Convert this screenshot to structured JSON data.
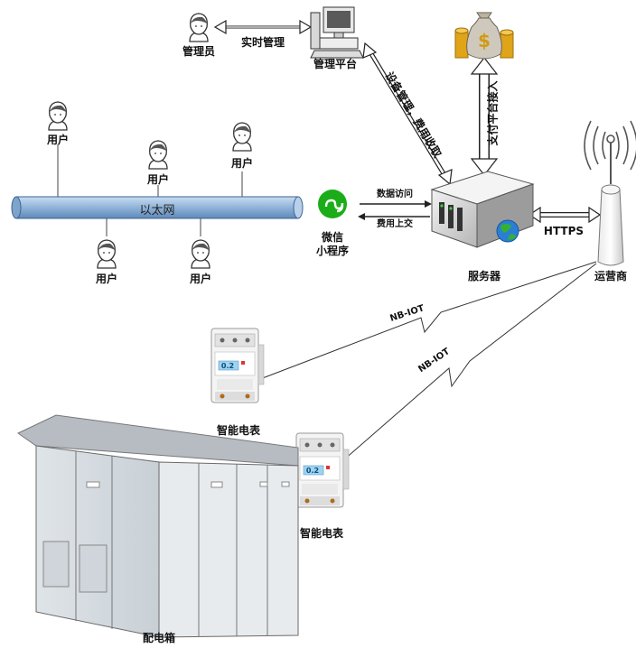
{
  "labels": {
    "admin": "管理员",
    "realtime_mgmt": "实时管理",
    "mgmt_platform": "管理平台",
    "device_mgmt": "设备管理，费用收取",
    "payment": "支付平台接入",
    "ethernet": "以太网",
    "user": "用户",
    "wechat": "微信\n小程序",
    "data_access": "数据访问",
    "fee_upload": "费用上交",
    "server": "服务器",
    "https": "HTTPS",
    "operator": "运营商",
    "nbiot": "NB-IOT",
    "meter": "智能电表",
    "meter_display": "0.2",
    "box": "配电箱"
  },
  "icons": {
    "person": "person-icon",
    "computer": "computer-icon",
    "moneybag": "money-bag-icon",
    "server": "server-icon",
    "tower": "antenna-tower-icon",
    "wechat": "wechat-miniprogram-icon",
    "meter": "smart-meter-icon",
    "cabinet": "distribution-box-icon"
  },
  "colors": {
    "ethernet_fill": "#8fb3d9",
    "wechat_green": "#1aad19",
    "globe_blue": "#2a7fd4",
    "gold": "#e0a419"
  }
}
